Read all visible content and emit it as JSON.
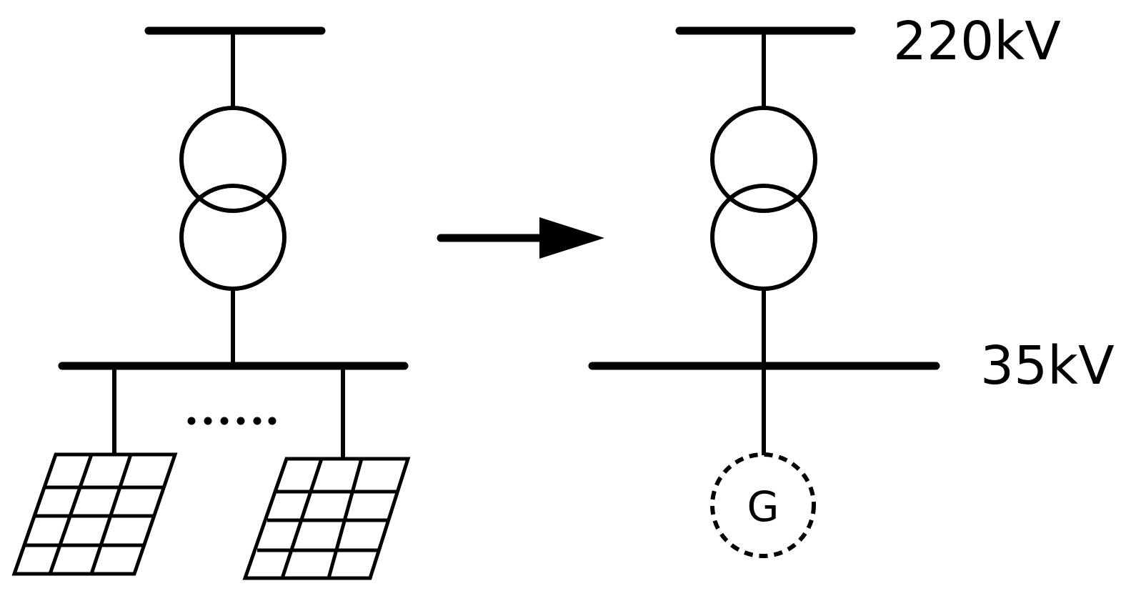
{
  "labels": {
    "high_voltage": "220kV",
    "medium_voltage": "35kV",
    "generator": "G",
    "ellipsis": "......"
  },
  "colors": {
    "stroke": "#000000",
    "background": "#ffffff"
  }
}
